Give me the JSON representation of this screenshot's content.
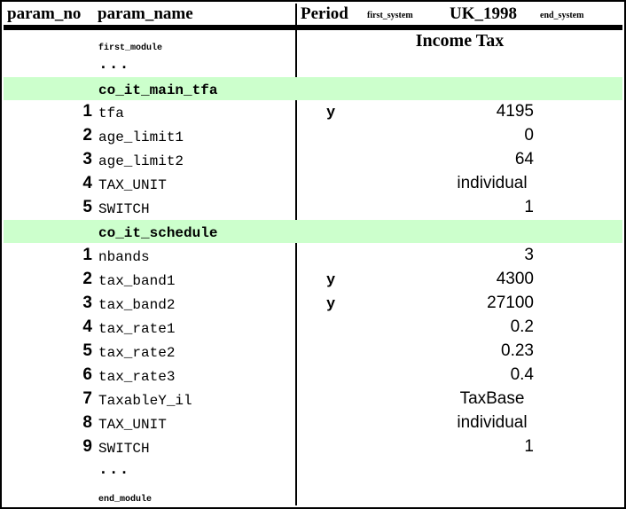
{
  "header": {
    "param_no": "param_no",
    "param_name": "param_name",
    "period": "Period",
    "first_system": "first_system",
    "system": "UK_1998",
    "end_system": "end_system"
  },
  "system_title": "Income Tax",
  "first_module": "first_module",
  "end_module": "end_module",
  "ellipsis": "...",
  "sections": [
    {
      "name": "co_it_main_tfa",
      "rows": [
        {
          "no": "1",
          "name": "tfa",
          "period": "y",
          "value": "4195"
        },
        {
          "no": "2",
          "name": "age_limit1",
          "period": "",
          "value": "0"
        },
        {
          "no": "3",
          "name": "age_limit2",
          "period": "",
          "value": "64"
        },
        {
          "no": "4",
          "name": "TAX_UNIT",
          "period": "",
          "value": "individual"
        },
        {
          "no": "5",
          "name": "SWITCH",
          "period": "",
          "value": "1"
        }
      ]
    },
    {
      "name": "co_it_schedule",
      "rows": [
        {
          "no": "1",
          "name": "nbands",
          "period": "",
          "value": "3"
        },
        {
          "no": "2",
          "name": "tax_band1",
          "period": "y",
          "value": "4300"
        },
        {
          "no": "3",
          "name": "tax_band2",
          "period": "y",
          "value": "27100"
        },
        {
          "no": "4",
          "name": "tax_rate1",
          "period": "",
          "value": "0.2"
        },
        {
          "no": "5",
          "name": "tax_rate2",
          "period": "",
          "value": "0.23"
        },
        {
          "no": "6",
          "name": "tax_rate3",
          "period": "",
          "value": "0.4"
        },
        {
          "no": "7",
          "name": "TaxableY_il",
          "period": "",
          "value": "TaxBase"
        },
        {
          "no": "8",
          "name": "TAX_UNIT",
          "period": "",
          "value": "individual"
        },
        {
          "no": "9",
          "name": "SWITCH",
          "period": "",
          "value": "1"
        }
      ]
    }
  ],
  "colors": {
    "section_bg": "#ccffcc",
    "rule": "#000000"
  }
}
